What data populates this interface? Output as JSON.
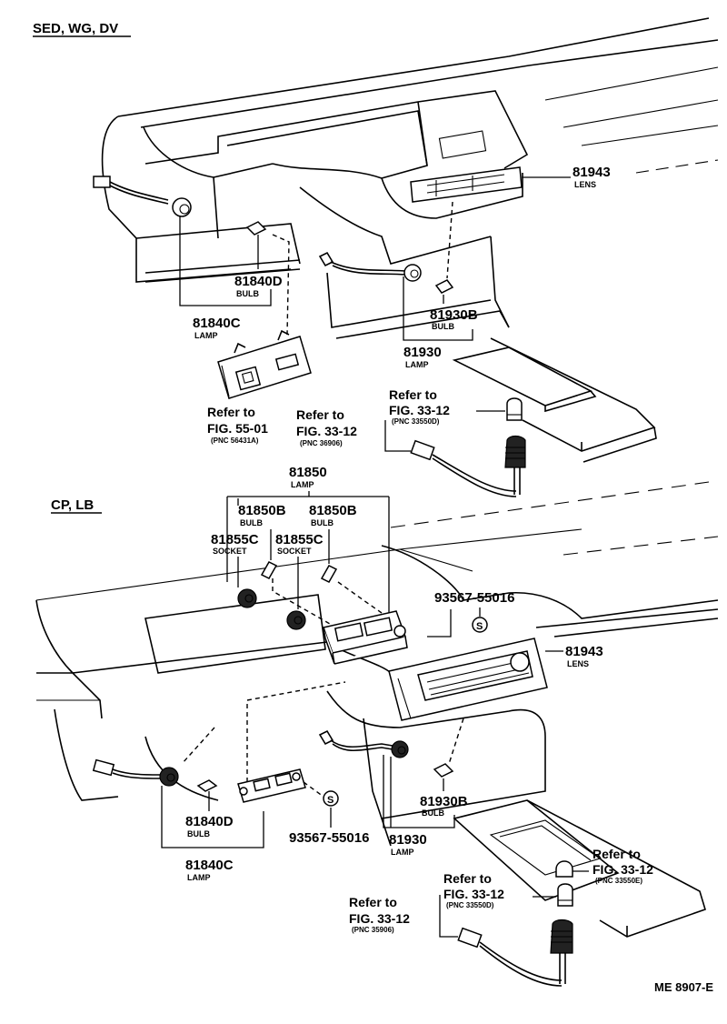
{
  "sections": {
    "top": "SED, WG, DV",
    "bottom": "CP, LB"
  },
  "labels": {
    "top_81943": "81943",
    "top_81943_sub": "LENS",
    "top_81840D": "81840D",
    "top_81840D_sub": "BULB",
    "top_81840C": "81840C",
    "top_81840C_sub": "LAMP",
    "top_81930B": "81930B",
    "top_81930B_sub": "BULB",
    "top_81930": "81930",
    "top_81930_sub": "LAMP",
    "bot_81850": "81850",
    "bot_81850_sub": "LAMP",
    "bot_81850B_a": "81850B",
    "bot_81850B_a_sub": "BULB",
    "bot_81850B_b": "81850B",
    "bot_81850B_b_sub": "BULB",
    "bot_81855C_a": "81855C",
    "bot_81855C_a_sub": "SOCKET",
    "bot_81855C_b": "81855C",
    "bot_81855C_b_sub": "SOCKET",
    "bot_93567_a": "93567-55016",
    "bot_81943": "81943",
    "bot_81943_sub": "LENS",
    "bot_81840D": "81840D",
    "bot_81840D_sub": "BULB",
    "bot_81840C": "81840C",
    "bot_81840C_sub": "LAMP",
    "bot_93567_b": "93567-55016",
    "bot_81930B": "81930B",
    "bot_81930B_sub": "BULB",
    "bot_81930": "81930",
    "bot_81930_sub": "LAMP"
  },
  "refs": {
    "r1_a": "Refer to",
    "r1_b": "FIG. 55-01",
    "r1_c": "(PNC 56431A)",
    "r2_a": "Refer to",
    "r2_b": "FIG. 33-12",
    "r2_c": "(PNC 36906)",
    "r3_a": "Refer to",
    "r3_b": "FIG. 33-12",
    "r3_c": "(PNC 33550D)",
    "r4_a": "Refer to",
    "r4_b": "FIG. 33-12",
    "r4_c": "(PNC 33550E)",
    "r5_a": "Refer to",
    "r5_b": "FIG. 33-12",
    "r5_c": "(PNC 33550D)",
    "r6_a": "Refer to",
    "r6_b": "FIG. 33-12",
    "r6_c": "(PNC 35906)"
  },
  "footer": {
    "code": "ME 8907-E"
  },
  "icons": {
    "bulb": "bulb-icon",
    "socket": "socket-icon",
    "screw": "screw-s-icon",
    "connector": "connector-icon"
  }
}
